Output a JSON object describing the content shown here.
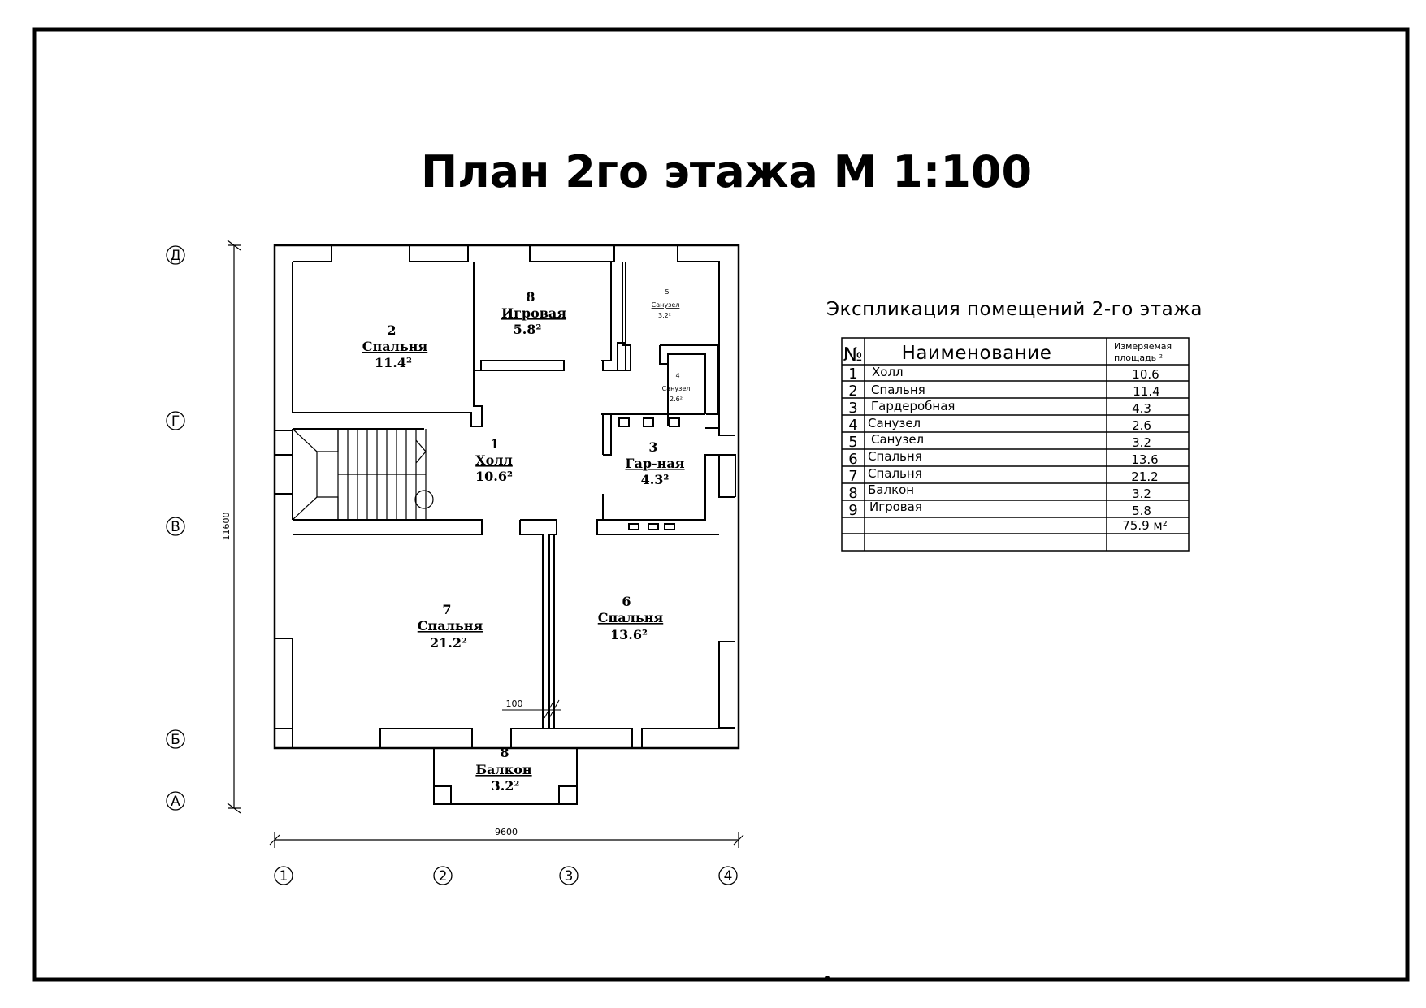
{
  "title": "План 2го этажа  М 1:100",
  "explication_title": "Экспликация помещений 2-го этажа",
  "table": {
    "headers": {
      "num": "№",
      "name": "Наименование",
      "area_line1": "Измеряемая",
      "area_line2": "площадь ²"
    },
    "rows": [
      {
        "num": "1",
        "name": "Холл",
        "area": "10.6"
      },
      {
        "num": "2",
        "name": "Спальня",
        "area": "11.4"
      },
      {
        "num": "3",
        "name": "Гардеробная",
        "area": "4.3"
      },
      {
        "num": "4",
        "name": "Санузел",
        "area": "2.6"
      },
      {
        "num": "5",
        "name": "Санузел",
        "area": "3.2"
      },
      {
        "num": "6",
        "name": "Спальня",
        "area": "13.6"
      },
      {
        "num": "7",
        "name": "Спальня",
        "area": "21.2"
      },
      {
        "num": "8",
        "name": "Балкон",
        "area": "3.2"
      },
      {
        "num": "9",
        "name": "Игровая",
        "area": "5.8"
      }
    ],
    "total": "75.9 м²"
  },
  "rooms": {
    "r2": {
      "num": "2",
      "name": "Спальня",
      "area": "11.4²"
    },
    "r8a": {
      "num": "8",
      "name": "Игровая",
      "area": "5.8²"
    },
    "r5": {
      "num": "5",
      "name": "Санузел",
      "area": "3.2²"
    },
    "r4": {
      "num": "4",
      "name": "Санузел",
      "area": "2.6²"
    },
    "r1": {
      "num": "1",
      "name": "Холл",
      "area": "10.6²"
    },
    "r3": {
      "num": "3",
      "name": "Гар-ная",
      "area": "4.3²"
    },
    "r7": {
      "num": "7",
      "name": "Спальня",
      "area": "21.2²"
    },
    "r6": {
      "num": "6",
      "name": "Спальня",
      "area": "13.6²"
    },
    "r8b": {
      "num": "8",
      "name": "Балкон",
      "area": "3.2²"
    }
  },
  "dimensions": {
    "width": "9600",
    "height": "11600",
    "wall": "100"
  },
  "axes": {
    "letters": [
      "Д",
      "Г",
      "В",
      "Б",
      "А"
    ],
    "numbers": [
      "1",
      "2",
      "3",
      "4"
    ]
  }
}
